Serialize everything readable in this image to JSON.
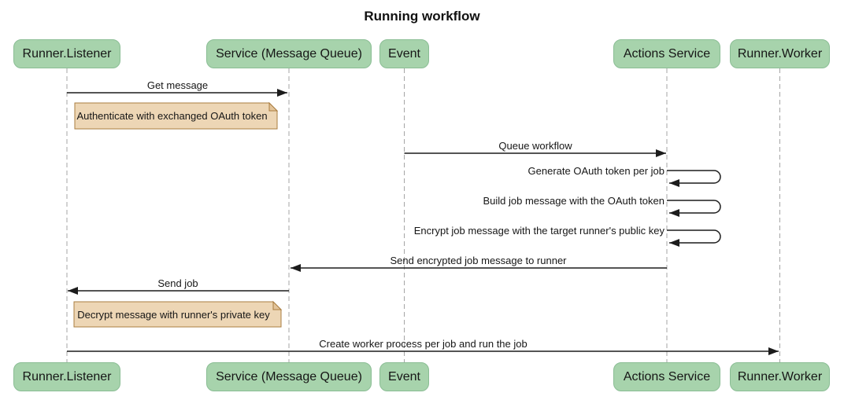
{
  "title": "Running workflow",
  "actors": [
    {
      "label": "Runner.Listener"
    },
    {
      "label": "Service (Message Queue)"
    },
    {
      "label": "Event"
    },
    {
      "label": "Actions Service"
    },
    {
      "label": "Runner.Worker"
    }
  ],
  "messages": [
    {
      "label": "Get message",
      "from": "Runner.Listener",
      "to": "Service (Message Queue)"
    },
    {
      "label": "Queue workflow",
      "from": "Event",
      "to": "Actions Service"
    },
    {
      "label": "Generate OAuth token per job",
      "from": "Actions Service",
      "to": "Actions Service"
    },
    {
      "label": "Build job message with the OAuth token",
      "from": "Actions Service",
      "to": "Actions Service"
    },
    {
      "label": "Encrypt job message with the target runner's public key",
      "from": "Actions Service",
      "to": "Actions Service"
    },
    {
      "label": "Send encrypted job message to runner",
      "from": "Actions Service",
      "to": "Service (Message Queue)"
    },
    {
      "label": "Send job",
      "from": "Service (Message Queue)",
      "to": "Runner.Listener"
    },
    {
      "label": "Create worker process per job and run the job",
      "from": "Runner.Listener",
      "to": "Runner.Worker"
    }
  ],
  "notes": [
    {
      "text": "Authenticate with exchanged OAuth token",
      "over": "Runner.Listener / Service (Message Queue)"
    },
    {
      "text": "Decrypt message with runner's private key",
      "over": "Runner.Listener / Service (Message Queue)"
    }
  ],
  "colors": {
    "actor_fill": "#A7D3AC",
    "actor_border": "#8ABD94",
    "note_fill": "#EDD6B5",
    "note_fold": "#E2C49A",
    "note_border": "#AA7D40",
    "line": "#1C1C1C",
    "lifeline": "#A5A5A5"
  }
}
